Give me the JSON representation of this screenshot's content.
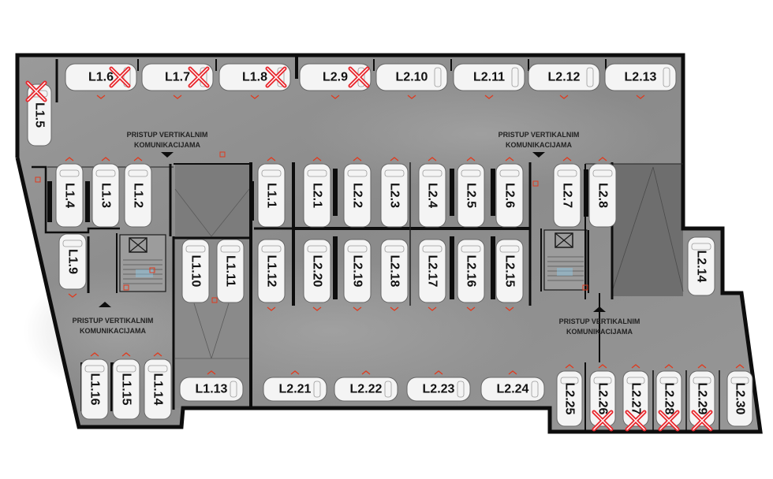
{
  "plan": {
    "colors": {
      "floor": "#8e8e8e",
      "floor_light": "#a2a2a2",
      "wall": "#0d0d0d",
      "car_body": "#f4f4f4",
      "taken_mark": "#e8252b",
      "arrow": "#e03a1e"
    },
    "access_note": [
      "PRISTUP VERTIKALNIM",
      "KOMUNIKACIJAMA"
    ],
    "spots": [
      {
        "label": "L1.6",
        "taken": true
      },
      {
        "label": "L1.7",
        "taken": true
      },
      {
        "label": "L1.8",
        "taken": true
      },
      {
        "label": "L2.9",
        "taken": true
      },
      {
        "label": "L2.10",
        "taken": false
      },
      {
        "label": "L2.11",
        "taken": false
      },
      {
        "label": "L2.12",
        "taken": false
      },
      {
        "label": "L2.13",
        "taken": false
      },
      {
        "label": "L1.5",
        "taken": true
      },
      {
        "label": "L1.4",
        "taken": false
      },
      {
        "label": "L1.3",
        "taken": false
      },
      {
        "label": "L1.2",
        "taken": false
      },
      {
        "label": "L1.1",
        "taken": false
      },
      {
        "label": "L2.1",
        "taken": false
      },
      {
        "label": "L2.2",
        "taken": false
      },
      {
        "label": "L2.3",
        "taken": false
      },
      {
        "label": "L2.4",
        "taken": false
      },
      {
        "label": "L2.5",
        "taken": false
      },
      {
        "label": "L2.6",
        "taken": false
      },
      {
        "label": "L2.7",
        "taken": false
      },
      {
        "label": "L2.8",
        "taken": false
      },
      {
        "label": "L1.9",
        "taken": false
      },
      {
        "label": "L1.10",
        "taken": false
      },
      {
        "label": "L1.11",
        "taken": false
      },
      {
        "label": "L1.12",
        "taken": false
      },
      {
        "label": "L2.20",
        "taken": false
      },
      {
        "label": "L2.19",
        "taken": false
      },
      {
        "label": "L2.18",
        "taken": false
      },
      {
        "label": "L2.17",
        "taken": false
      },
      {
        "label": "L2.16",
        "taken": false
      },
      {
        "label": "L2.15",
        "taken": false
      },
      {
        "label": "L2.14",
        "taken": false
      },
      {
        "label": "L1.16",
        "taken": false
      },
      {
        "label": "L1.15",
        "taken": false
      },
      {
        "label": "L1.14",
        "taken": false
      },
      {
        "label": "L1.13",
        "taken": false
      },
      {
        "label": "L2.21",
        "taken": false
      },
      {
        "label": "L2.22",
        "taken": false
      },
      {
        "label": "L2.23",
        "taken": false
      },
      {
        "label": "L2.24",
        "taken": false
      },
      {
        "label": "L2.25",
        "taken": false
      },
      {
        "label": "L2.26",
        "taken": true
      },
      {
        "label": "L2.27",
        "taken": true
      },
      {
        "label": "L2.28",
        "taken": true
      },
      {
        "label": "L2.29",
        "taken": true
      },
      {
        "label": "L2.30",
        "taken": false
      }
    ]
  }
}
